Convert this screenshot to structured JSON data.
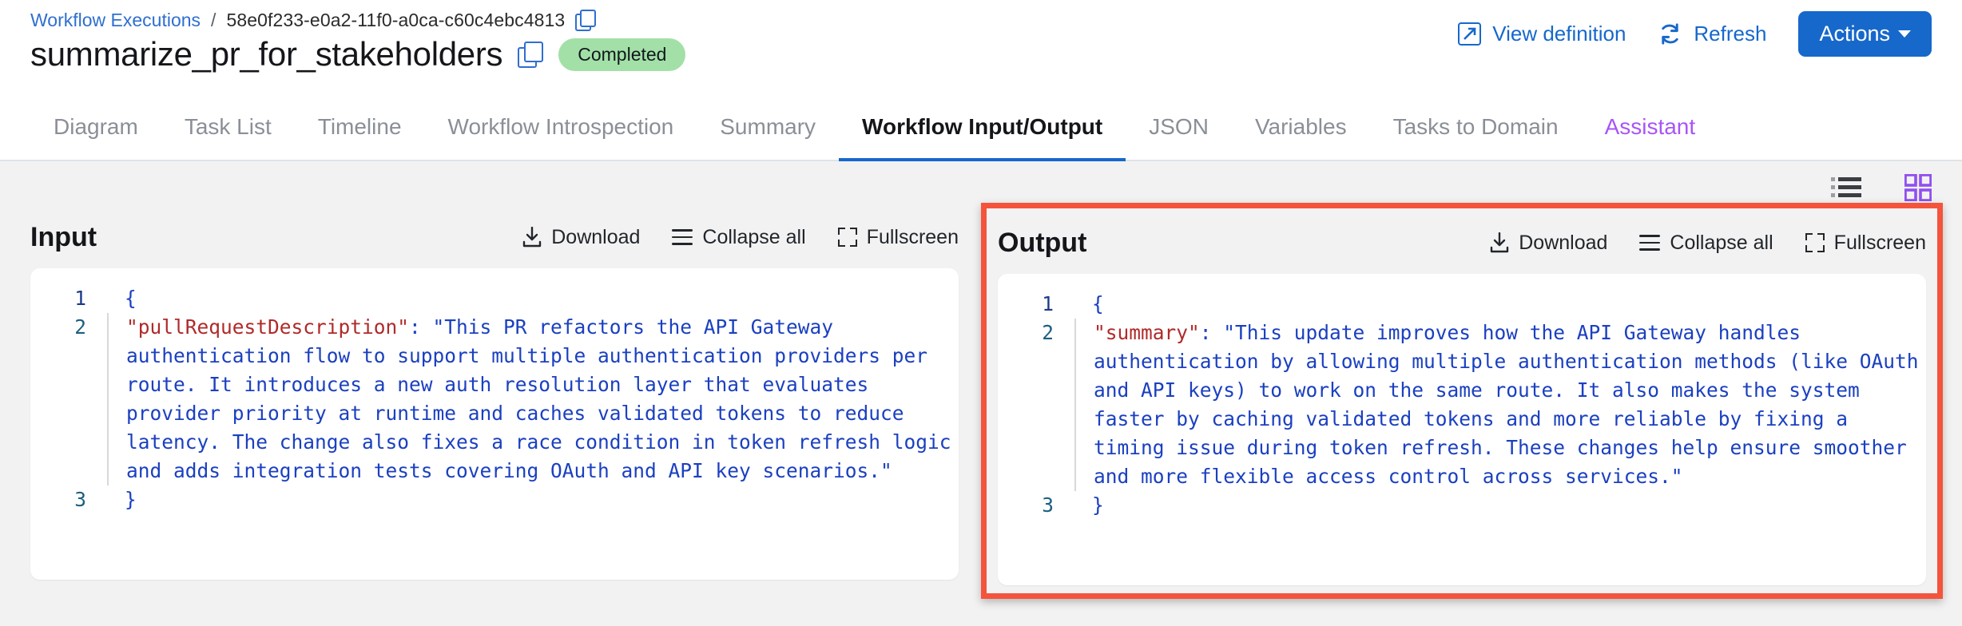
{
  "header": {
    "breadcrumb": {
      "parent_label": "Workflow Executions",
      "separator": "/",
      "execution_id": "58e0f233-e0a2-11f0-a0ca-c60c4ebc4813",
      "copy_icon": "copy-icon"
    },
    "title": "summarize_pr_for_stakeholders",
    "title_copy_icon": "copy-icon",
    "status": "Completed",
    "status_color": "#a2e0a8",
    "actions": {
      "view_definition": "View definition",
      "view_definition_icon": "external-link-icon",
      "refresh": "Refresh",
      "refresh_icon": "refresh-icon",
      "actions_button": "Actions",
      "actions_caret_icon": "chevron-down-icon",
      "primary_color": "#1668cb"
    }
  },
  "tabs": [
    {
      "label": "Diagram",
      "active": false
    },
    {
      "label": "Task List",
      "active": false
    },
    {
      "label": "Timeline",
      "active": false
    },
    {
      "label": "Workflow Introspection",
      "active": false
    },
    {
      "label": "Summary",
      "active": false
    },
    {
      "label": "Workflow Input/Output",
      "active": true
    },
    {
      "label": "JSON",
      "active": false
    },
    {
      "label": "Variables",
      "active": false
    },
    {
      "label": "Tasks to Domain",
      "active": false
    },
    {
      "label": "Assistant",
      "active": false,
      "accent": "#a855f7"
    }
  ],
  "view_toggle": {
    "list_icon": "list-view-icon",
    "grid_icon": "grid-view-icon",
    "active": "grid",
    "active_color": "#9050f0"
  },
  "panels": [
    {
      "id": "input",
      "title": "Input",
      "highlighted": false,
      "tools": {
        "download": "Download",
        "download_icon": "download-icon",
        "collapse_all": "Collapse all",
        "collapse_icon": "hamburger-icon",
        "fullscreen": "Fullscreen",
        "fullscreen_icon": "fullscreen-icon"
      },
      "lines": [
        {
          "number": "1",
          "indented": false,
          "brace": "{"
        },
        {
          "number": "2",
          "indented": true,
          "key": "\"pullRequestDescription\"",
          "punc": ": ",
          "value": "\"This PR refactors the API Gateway authentication flow to support multiple authentication providers per route. It introduces a new auth resolution layer that evaluates provider priority at runtime and caches validated tokens to reduce latency. The change also fixes a race condition in token refresh logic and adds integration tests covering OAuth and API key scenarios.\""
        },
        {
          "number": "3",
          "indented": false,
          "brace": "}"
        }
      ]
    },
    {
      "id": "output",
      "title": "Output",
      "highlighted": true,
      "highlight_color": "#f4543c",
      "tools": {
        "download": "Download",
        "download_icon": "download-icon",
        "collapse_all": "Collapse all",
        "collapse_icon": "hamburger-icon",
        "fullscreen": "Fullscreen",
        "fullscreen_icon": "fullscreen-icon"
      },
      "lines": [
        {
          "number": "1",
          "indented": false,
          "brace": "{"
        },
        {
          "number": "2",
          "indented": true,
          "key": "\"summary\"",
          "punc": ": ",
          "value": "\"This update improves how the API Gateway handles authentication by allowing multiple authentication methods (like OAuth and API keys) to work on the same route. It also makes the system faster by caching validated tokens and more reliable by fixing a timing issue during token refresh. These changes help ensure smoother and more flexible access control across services.\""
        },
        {
          "number": "3",
          "indented": false,
          "brace": "}"
        }
      ]
    }
  ]
}
